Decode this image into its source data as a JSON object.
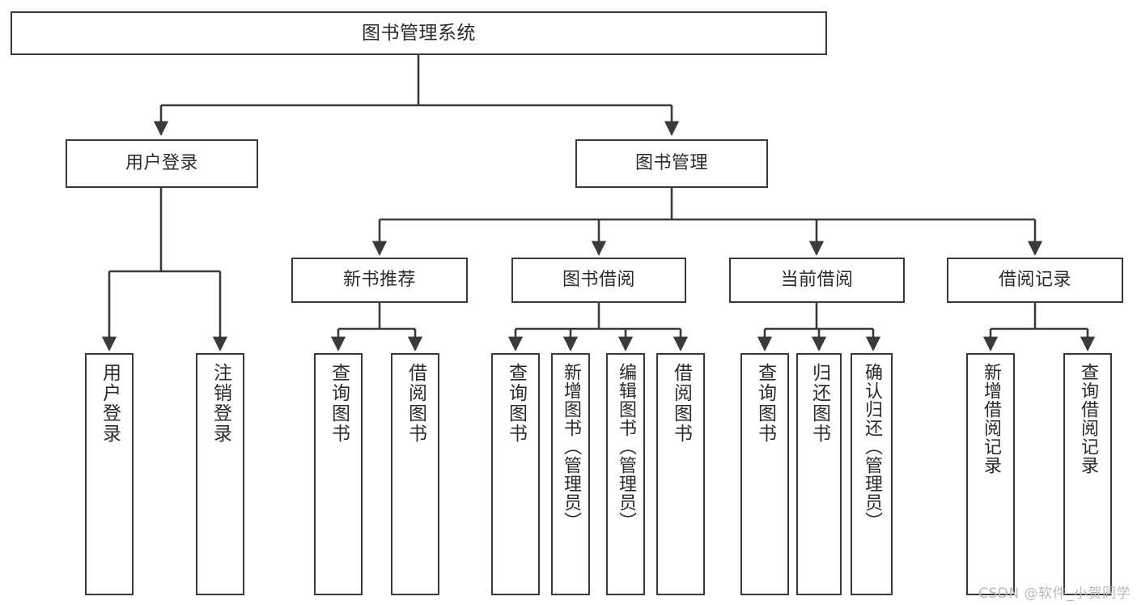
{
  "diagram": {
    "type": "tree",
    "title": "图书管理系统",
    "orientation": "top-down",
    "colors": {
      "box_border": "#3a3a3a",
      "box_fill": "#ffffff",
      "edge": "#3a3a3a",
      "text": "#2b2b2b",
      "watermark": "#b9b9b9"
    },
    "nodes": {
      "root": {
        "label": "图书管理系统",
        "level": 0
      },
      "l1": [
        {
          "id": "user_login",
          "label": "用户登录",
          "level": 1
        },
        {
          "id": "book_mgmt",
          "label": "图书管理",
          "level": 1
        }
      ],
      "l2": [
        {
          "id": "new_book_rec",
          "label": "新书推荐",
          "level": 2,
          "parent": "book_mgmt"
        },
        {
          "id": "book_borrow",
          "label": "图书借阅",
          "level": 2,
          "parent": "book_mgmt"
        },
        {
          "id": "current_borrow",
          "label": "当前借阅",
          "level": 2,
          "parent": "book_mgmt"
        },
        {
          "id": "borrow_record",
          "label": "借阅记录",
          "level": 2,
          "parent": "book_mgmt"
        }
      ],
      "leaves": [
        {
          "id": "leaf_1",
          "label": "用户登录",
          "parent": "user_login"
        },
        {
          "id": "leaf_2",
          "label": "注销登录",
          "parent": "user_login"
        },
        {
          "id": "leaf_3",
          "label": "查询图书",
          "parent": "new_book_rec"
        },
        {
          "id": "leaf_4",
          "label": "借阅图书",
          "parent": "new_book_rec"
        },
        {
          "id": "leaf_5",
          "label": "查询图书",
          "parent": "book_borrow"
        },
        {
          "id": "leaf_6",
          "label": "新增图书（管理员）",
          "parent": "book_borrow"
        },
        {
          "id": "leaf_7",
          "label": "编辑图书（管理员）",
          "parent": "book_borrow"
        },
        {
          "id": "leaf_8",
          "label": "借阅图书",
          "parent": "book_borrow"
        },
        {
          "id": "leaf_9",
          "label": "查询图书",
          "parent": "current_borrow"
        },
        {
          "id": "leaf_10",
          "label": "归还图书",
          "parent": "current_borrow"
        },
        {
          "id": "leaf_11",
          "label": "确认归还（管理员）",
          "parent": "current_borrow"
        },
        {
          "id": "leaf_12",
          "label": "新增借阅记录",
          "parent": "borrow_record"
        },
        {
          "id": "leaf_13",
          "label": "查询借阅记录",
          "parent": "borrow_record"
        }
      ]
    }
  },
  "watermark": {
    "text": "CSDN @软件_小贺同学"
  }
}
